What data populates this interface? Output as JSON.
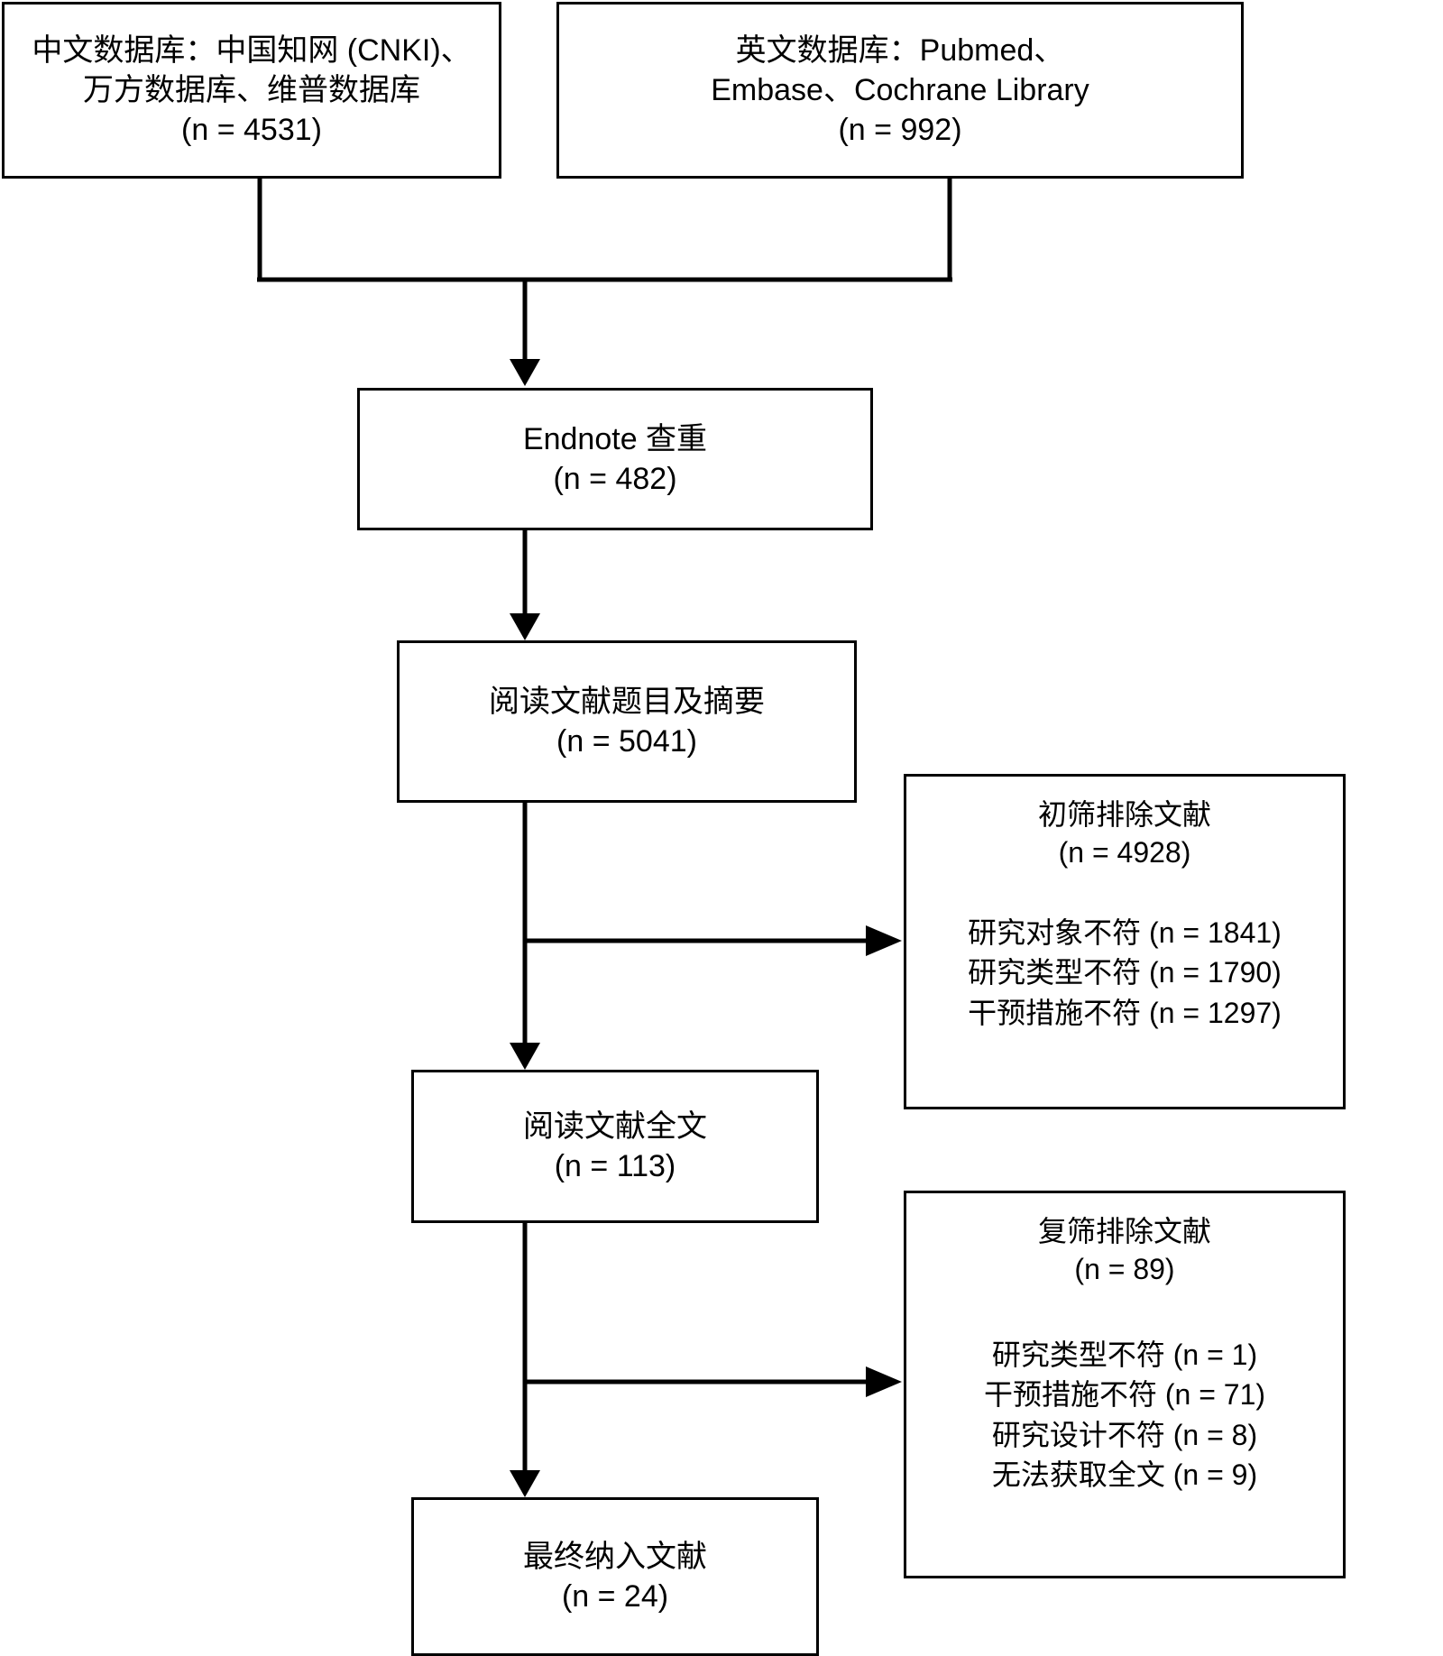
{
  "diagram": {
    "type": "prisma-flow-chart",
    "title": "",
    "language": "zh-CN"
  },
  "nodes": {
    "chinese_databases": {
      "lines": [
        "中文数据库：中国知网 (CNKI)、",
        "万方数据库、维普数据库",
        "(n = 4531)"
      ],
      "count": 4531
    },
    "english_databases": {
      "lines": [
        "英文数据库：Pubmed、",
        "Embase、Cochrane Library",
        "(n = 992)"
      ],
      "count": 992
    },
    "endnote_dedup": {
      "lines": [
        "Endnote 查重",
        "(n = 482)"
      ],
      "count": 482
    },
    "title_abstract_screening": {
      "lines": [
        "阅读文献题目及摘要",
        "(n = 5041)"
      ],
      "count": 5041
    },
    "fulltext_screening": {
      "lines": [
        "阅读文献全文",
        "(n = 113)"
      ],
      "count": 113
    },
    "included_studies": {
      "lines": [
        "最终纳入文献",
        "(n = 24)"
      ],
      "count": 24
    },
    "excluded_primary": {
      "heading": "初筛排除文献",
      "total": "(n = 4928)",
      "total_count": 4928,
      "reasons": [
        "研究对象不符 (n = 1841)",
        "研究类型不符 (n = 1790)",
        "干预措施不符 (n = 1297)"
      ]
    },
    "excluded_secondary": {
      "heading": "复筛排除文献",
      "total": "(n = 89)",
      "total_count": 89,
      "reasons": [
        "研究类型不符 (n = 1)",
        "干预措施不符 (n = 71)",
        "研究设计不符 (n = 8)",
        "无法获取全文 (n = 9)"
      ]
    }
  },
  "style": {
    "stroke_color": "#000000",
    "fill_color": "#ffffff",
    "text_color": "#000000"
  }
}
